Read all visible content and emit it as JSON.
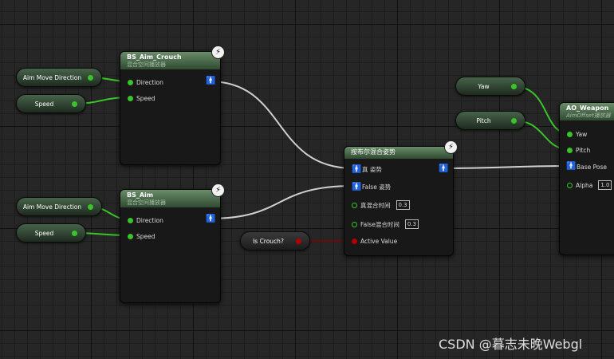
{
  "nodes": {
    "bs_aim_crouch": {
      "title": "BS_Aim_Crouch",
      "subtitle": "混合空间播放器",
      "pins": {
        "direction": "Direction",
        "speed": "Speed"
      }
    },
    "bs_aim": {
      "title": "BS_Aim",
      "subtitle": "混合空间播放器",
      "pins": {
        "direction": "Direction",
        "speed": "Speed"
      }
    },
    "blend_bool": {
      "title": "按布尔混合姿势",
      "pins": {
        "true_pose": "真 姿势",
        "false_pose": "False 姿势",
        "true_blend_time": "真混合时间",
        "false_blend_time": "False混合时间",
        "active_value": "Active Value"
      },
      "values": {
        "true_blend_time": "0.3",
        "false_blend_time": "0.3"
      }
    },
    "ao_weapon": {
      "title": "AO_Weapon",
      "subtitle": "AimOffset播放器",
      "pins": {
        "yaw": "Yaw",
        "pitch": "Pitch",
        "base_pose": "Base Pose",
        "alpha": "Alpha"
      },
      "values": {
        "alpha": "1.0"
      }
    }
  },
  "variables": {
    "aim_move_direction_1": "Aim Move Direction",
    "speed_1": "Speed",
    "aim_move_direction_2": "Aim Move Direction",
    "speed_2": "Speed",
    "yaw": "Yaw",
    "pitch": "Pitch",
    "is_crouch": "Is Crouch?"
  },
  "icons": {
    "node_icon": "lightning-bolt-icon",
    "pose_pin": "pose-pin-icon"
  },
  "colors": {
    "float_pin": "#39c42a",
    "bool_pin": "#b10000",
    "pose_wire": "#d0d0d0",
    "header_green": "#4f6f50"
  },
  "watermark": "CSDN @暮志未晚Webgl"
}
